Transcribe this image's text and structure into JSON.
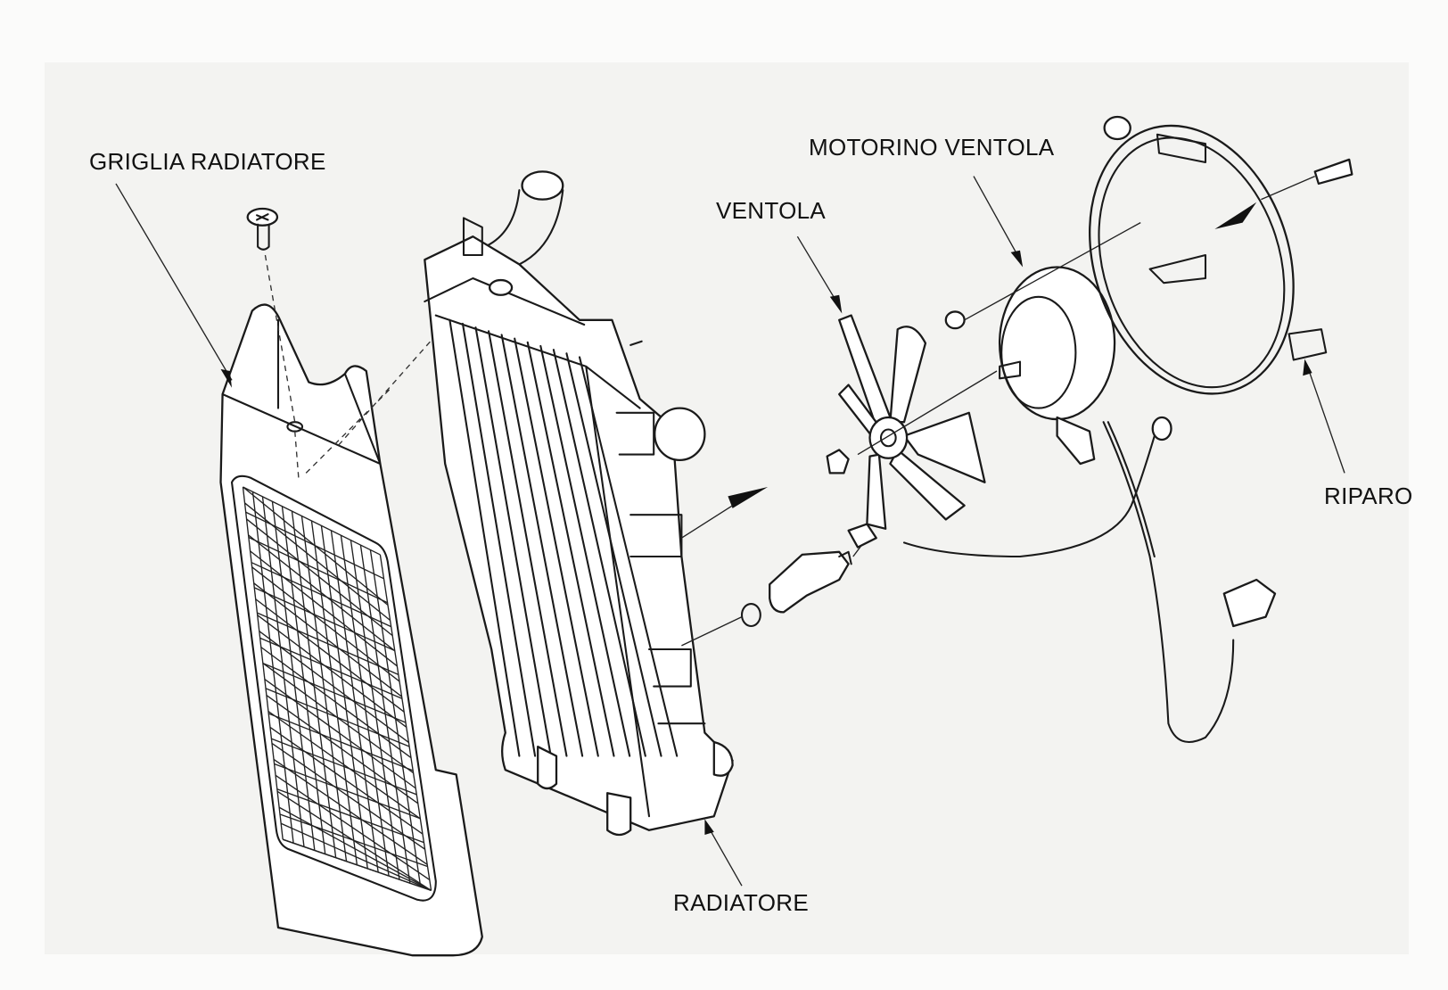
{
  "labels": {
    "grille": "GRIGLIA RADIATORE",
    "fan_motor": "MOTORINO VENTOLA",
    "fan": "VENTOLA",
    "shroud": "RIPARO",
    "radiator": "RADIATORE"
  }
}
